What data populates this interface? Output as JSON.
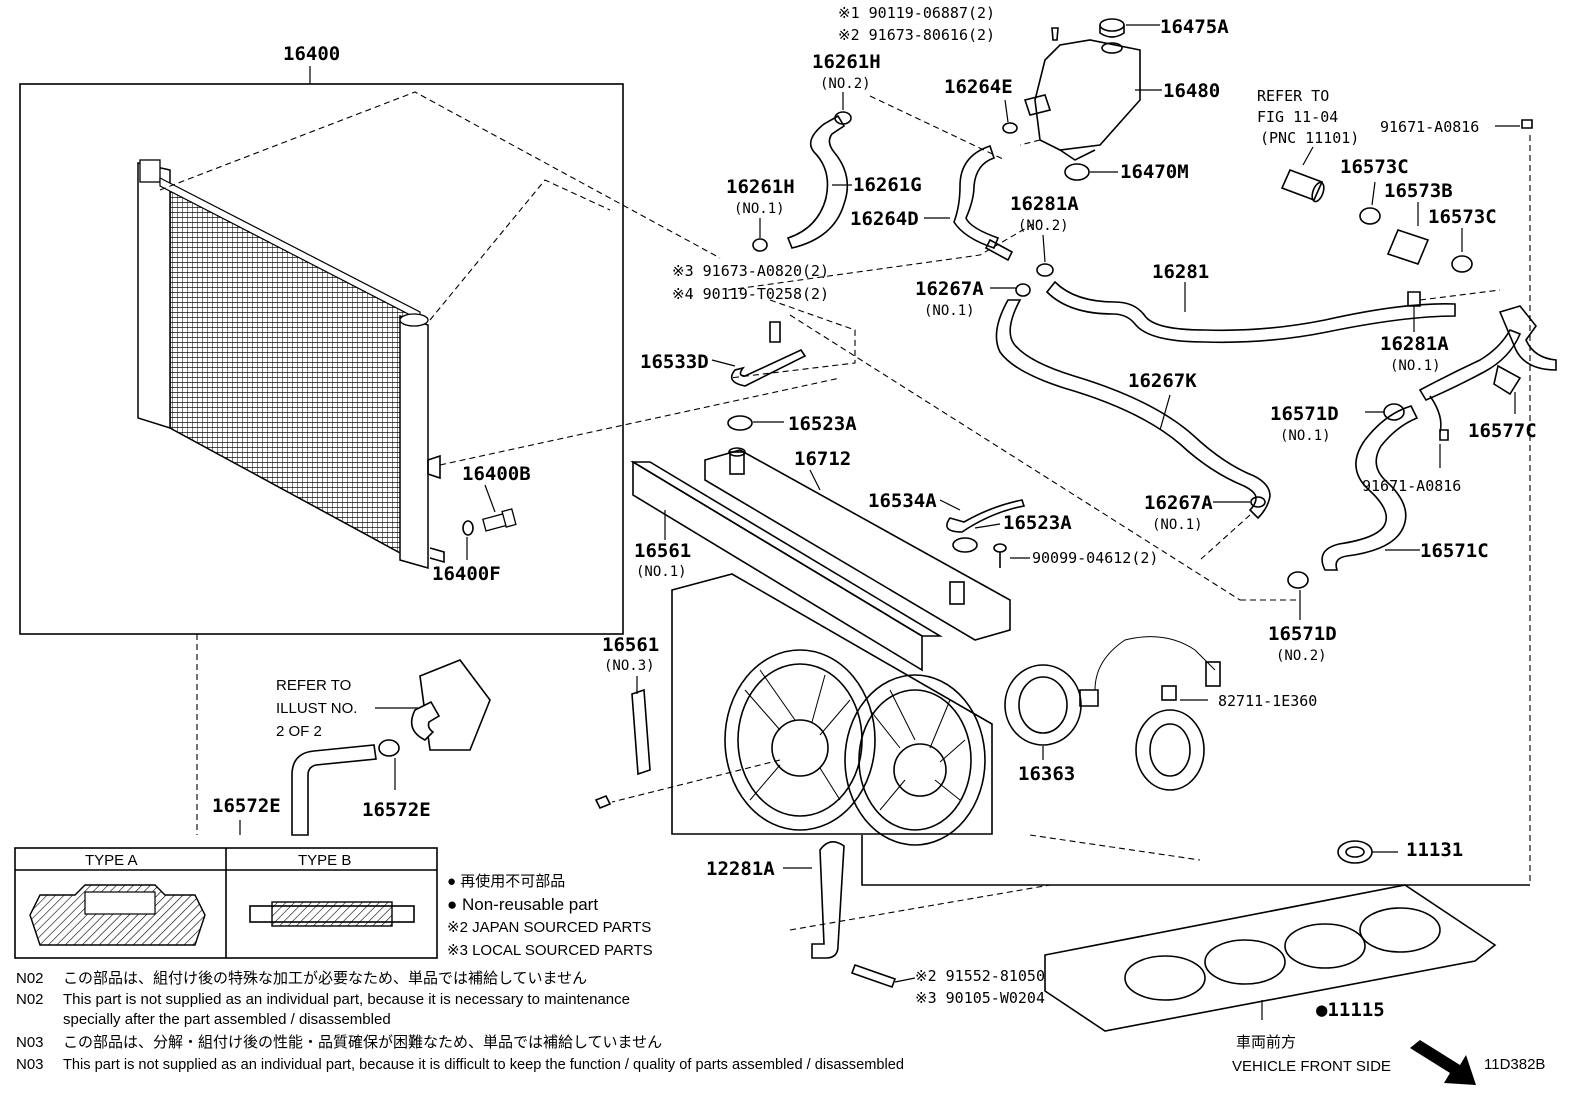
{
  "labels": {
    "p16400": "16400",
    "p16400B": "16400B",
    "p16400F": "16400F",
    "p90119_06887": "※1 90119-06887(2)",
    "p91673_80616": "※2 91673-80616(2)",
    "p16475A": "16475A",
    "p16480": "16480",
    "p16264E": "16264E",
    "p16261H_no2": "16261H",
    "no2_a": "(NO.2)",
    "p16261G": "16261G",
    "p16261H_no1": "16261H",
    "no1_a": "(NO.1)",
    "p16264D": "16264D",
    "p16470M": "16470M",
    "p16281A_no2": "16281A",
    "no2_b": "(NO.2)",
    "p91673_A0820": "※3 91673-A0820(2)",
    "p90119_T0258": "※4 90119-T0258(2)",
    "p16267A_no1a": "16267A",
    "no1_b": "(NO.1)",
    "p16281": "16281",
    "refer_fig_1": "REFER TO",
    "refer_fig_2": "FIG 11-04",
    "refer_fig_3": "(PNC 11101)",
    "p91671_A0816_top": "91671-A0816",
    "p16573C_a": "16573C",
    "p16573B": "16573B",
    "p16573C_b": "16573C",
    "p16281A_no1": "16281A",
    "no1_c": "(NO.1)",
    "p16533D": "16533D",
    "p16267K": "16267K",
    "p16571D_no1": "16571D",
    "no1_d": "(NO.1)",
    "p16577C": "16577C",
    "p91671_A0816_mid": "91671-A0816",
    "p16523A_top": "16523A",
    "p16712": "16712",
    "p16534A": "16534A",
    "p16523A_mid": "16523A",
    "p16267A_no1b": "16267A",
    "no1_e": "(NO.1)",
    "p90099_04612": "90099-04612(2)",
    "p16561_no1": "16561",
    "no1_f": "(NO.1)",
    "p16571C": "16571C",
    "p16571D_no2": "16571D",
    "no2_c": "(NO.2)",
    "p16561_no3": "16561",
    "no3_a": "(NO.3)",
    "p82711_1E360": "82711-1E360",
    "p16363": "16363",
    "refer_illust_1": "REFER TO",
    "refer_illust_2": "ILLUST NO.",
    "refer_illust_3": "2 OF 2",
    "p16572E_a": "16572E",
    "p16572E_b": "16572E",
    "p11131": "11131",
    "p12281A": "12281A",
    "p91552_81050": "※2 91552-81050",
    "p90105_W0204": "※3 90105-W0204",
    "p11115": "●11115"
  },
  "legend": {
    "type_a": "TYPE A",
    "type_b": "TYPE B",
    "item1": "● 再使用不可部品",
    "item2": "● Non-reusable part",
    "item3": "※2 JAPAN SOURCED PARTS",
    "item4": "※3 LOCAL SOURCED PARTS"
  },
  "notes": {
    "n1_code": "N02",
    "n1_text": "この部品は、組付け後の特殊な加工が必要なため、単品では補給していません",
    "n2_code": "N02",
    "n2_text": "This part is not supplied as an individual part, because it is necessary to maintenance",
    "n2_text_b": "specially after the part assembled / disassembled",
    "n3_code": "N03",
    "n3_text": "この部品は、分解・組付け後の性能・品質確保が困難なため、単品では補給していません",
    "n4_code": "N03",
    "n4_text": "This part is not supplied as an individual part, because it is difficult to keep the function / quality of parts  assembled / disassembled"
  },
  "footer": {
    "front_jp": "車両前方",
    "front_en": "VEHICLE FRONT SIDE",
    "code": "11D382B"
  }
}
